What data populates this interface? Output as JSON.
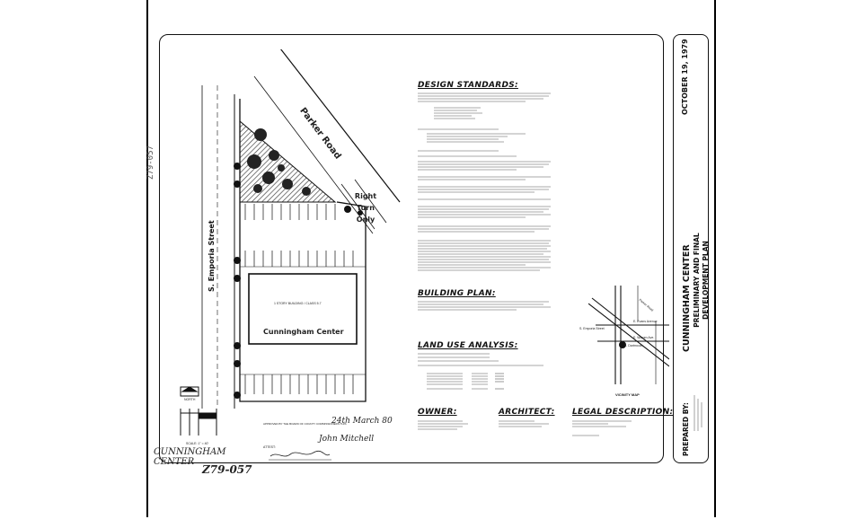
{
  "stamp": {
    "number": "Z79-057",
    "handwritten_label": "CUNNINGHAM CENTER",
    "handwritten_number": "Z79-057"
  },
  "title_block": {
    "date": "OCTOBER 19, 1979",
    "title": "CUNNINGHAM CENTER",
    "subtitle": "PRELIMINARY AND FINAL DEVELOPMENT PLAN",
    "prepared_by": "PREPARED BY:"
  },
  "site_plan": {
    "road_label": "Parker Road",
    "street_label": "S. Emporia Street",
    "building_label": "Cunningham Center",
    "building_note": "1 STORY BUILDING / CLASS 5.7",
    "right_turn": "Right Turn Only",
    "north_label": "NORTH",
    "scale_label": "SCALE: 1\" = 40'"
  },
  "sections": {
    "design_standards": "DESIGN STANDARDS:",
    "building_plan": "BUILDING PLAN:",
    "land_use": "LAND USE ANALYSIS:",
    "owner": "OWNER:",
    "architect": "ARCHITECT:",
    "legal": "LEGAL DESCRIPTION:"
  },
  "vicinity": {
    "label": "VICINITY MAP",
    "streets": [
      "S. Emporia Street",
      "E. Evans Avenue",
      "E. Warren Ave.",
      "E. Dartmouth",
      "Parker Road"
    ]
  },
  "approval": {
    "line1": "APPROVED BY THE BOARD OF COUNTY COMMISSIONERS THIS",
    "signature_date": "24th March 80",
    "signature": "John Mitchell",
    "attest_label": "ATTEST:"
  },
  "colors": {
    "ink": "#111111",
    "paper": "#ffffff",
    "hatch": "#444444"
  }
}
